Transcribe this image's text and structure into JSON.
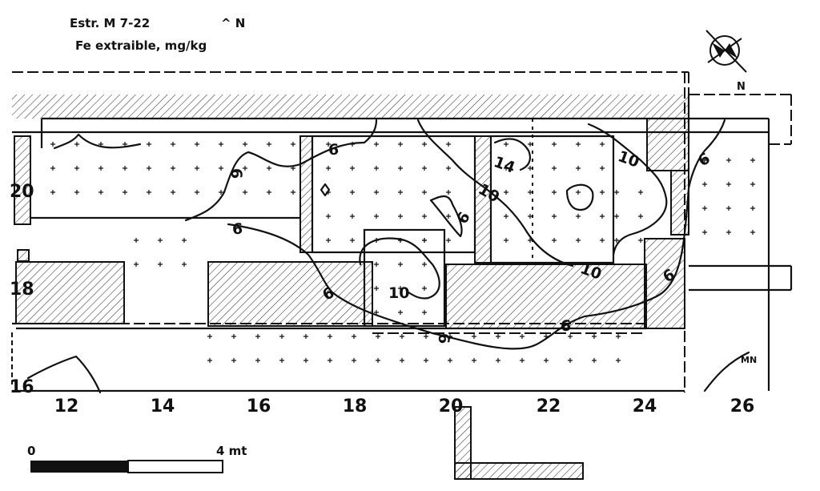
{
  "header": {
    "title": "Estr. M 7-22",
    "north_label": "^ N",
    "subtitle": "Fe extraible, mg/kg"
  },
  "compass": {
    "label": "N"
  },
  "axes": {
    "x_ticks": [
      "12",
      "14",
      "16",
      "18",
      "20",
      "22",
      "24",
      "26"
    ],
    "y_ticks": [
      "20",
      "18",
      "16"
    ]
  },
  "contour_labels": [
    {
      "id": "c6a",
      "text": "6"
    },
    {
      "id": "c6b",
      "text": "6"
    },
    {
      "id": "c6c",
      "text": "6"
    },
    {
      "id": "c6d",
      "text": "6"
    },
    {
      "id": "c6e",
      "text": "6"
    },
    {
      "id": "c6f",
      "text": "6"
    },
    {
      "id": "c6g",
      "text": "6"
    },
    {
      "id": "c6h",
      "text": "6"
    },
    {
      "id": "c10a",
      "text": "10"
    },
    {
      "id": "c10b",
      "text": "10"
    },
    {
      "id": "c10c",
      "text": "10"
    },
    {
      "id": "c10d",
      "text": "10"
    },
    {
      "id": "c14",
      "text": "14"
    }
  ],
  "corner_mark": "MN",
  "scale_bar": {
    "start": "0",
    "end": "4 mt"
  },
  "colors": {
    "ink": "#111111",
    "paper": "#ffffff"
  }
}
